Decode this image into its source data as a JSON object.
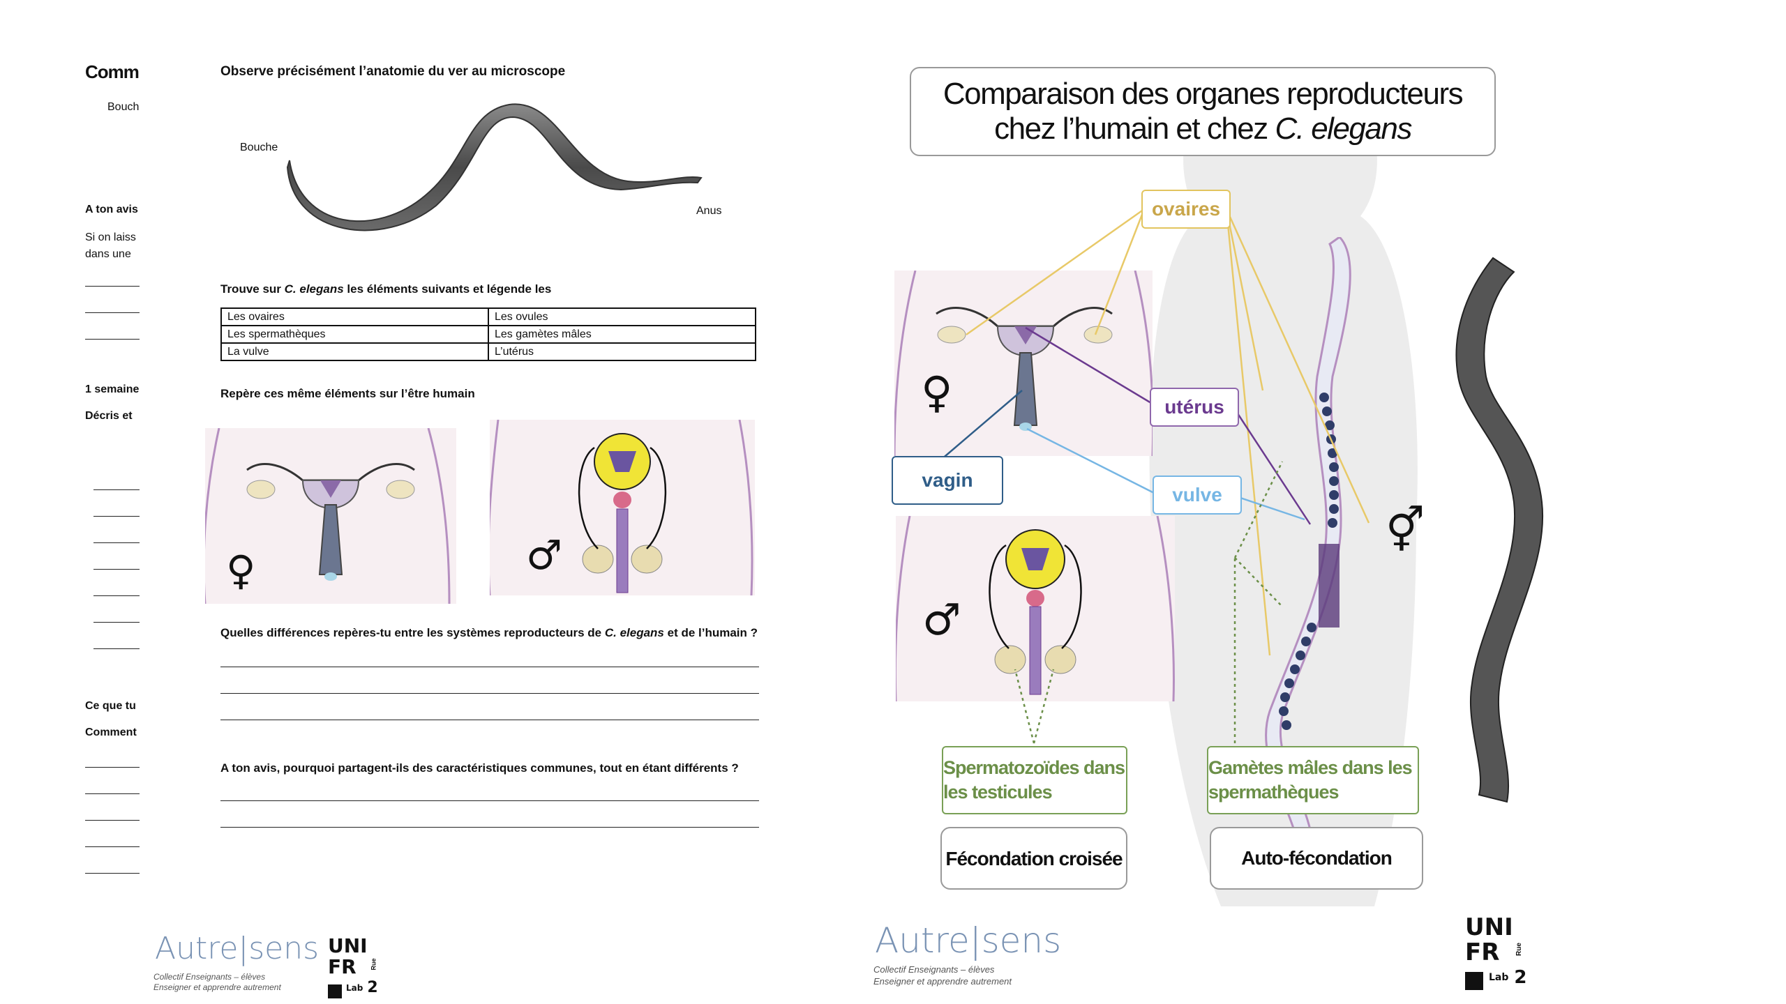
{
  "left_page": {
    "cut_title": "Comm",
    "cut_bouche": "Bouch",
    "cut_aton": "A ton avis",
    "cut_si": "Si on laiss",
    "cut_dans": "dans une",
    "cut_semaine": "1 semaine",
    "cut_decris": "Décris et",
    "cut_ce": "Ce que tu",
    "cut_comment": "Comment",
    "observe_heading": "Observe précisément l’anatomie du ver au microscope",
    "label_bouche": "Bouche",
    "label_anus": "Anus",
    "trouve_pre": "Trouve sur ",
    "trouve_em": "C. elegans",
    "trouve_post": " les éléments suivants et légende les",
    "table": [
      [
        "Les ovaires",
        "Les ovules"
      ],
      [
        "Les spermathèques",
        "Les gamètes mâles"
      ],
      [
        "La vulve",
        "L’utérus"
      ]
    ],
    "repere_heading": "Repère ces même éléments sur l’être humain",
    "female_symbol": "♀",
    "male_symbol": "♂",
    "q1_pre": "Quelles différences repères-tu entre les systèmes reproducteurs de ",
    "q1_em": "C. elegans",
    "q1_post": " et de l’humain ?",
    "q2": "A ton avis, pourquoi partagent-ils des caractéristiques communes, tout en étant différents ?",
    "logo_autres": "Autre|sens",
    "logo_sub1": "Collectif Enseignants – élèves",
    "logo_sub2": "Enseigner et apprendre autrement",
    "logo_unifr": [
      "UNI",
      "FR",
      "Lab",
      "2",
      "Rue"
    ]
  },
  "right_page": {
    "title_line1": "Comparaison des organes reproducteurs",
    "title_line2_pre": "chez l’humain et chez ",
    "title_line2_em": "C. elegans",
    "labels": {
      "ovaires": "ovaires",
      "uterus": "utérus",
      "vagin": "vagin",
      "vulve": "vulve",
      "sperma_testicules": "Spermatozoïdes dans les testicules",
      "gametes_spermatheques": "Gamètes mâles dans les spermathèques",
      "fecondation_croisee": "Fécondation croisée",
      "auto_fecondation": "Auto-fécondation"
    },
    "female_symbol": "♀",
    "male_symbol": "♂",
    "herm_symbol": "⚥",
    "logo_autres": "Autre|sens",
    "logo_sub1": "Collectif Enseignants – élèves",
    "logo_sub2": "Enseigner et apprendre autrement",
    "logo_unifr": [
      "UNI",
      "FR",
      "Lab",
      "2",
      "Rue"
    ]
  },
  "colors": {
    "ovaires": "#c9a64a",
    "uterus": "#6b3a8f",
    "vagin": "#2f5d88",
    "vulve": "#76b6e4",
    "green": "#6b8f48",
    "logo_blue": "#7a93b4"
  }
}
